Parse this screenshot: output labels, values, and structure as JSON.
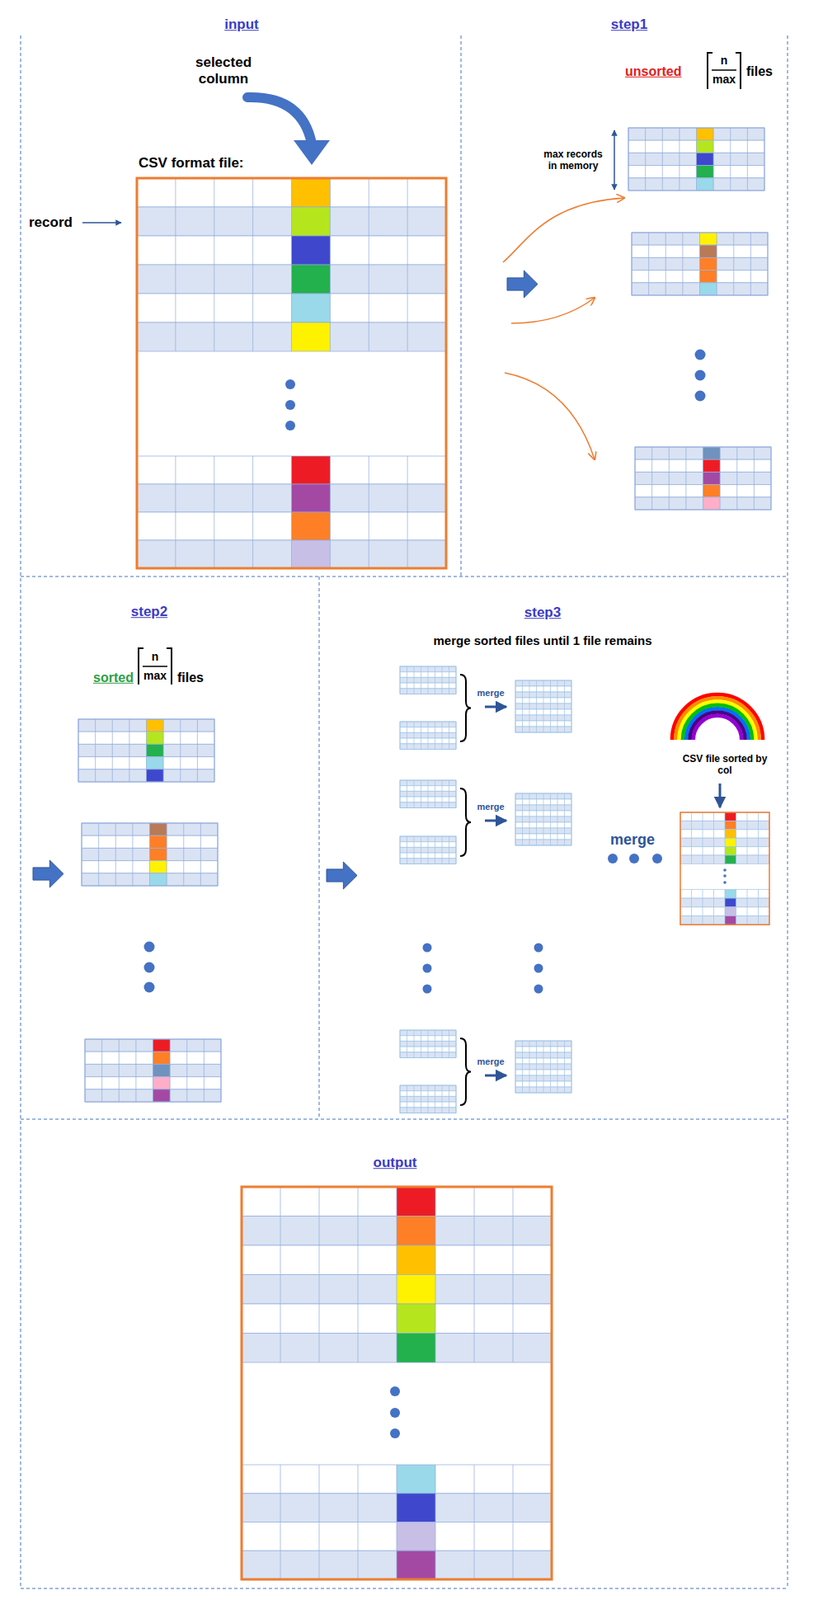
{
  "diagram": {
    "nodes": [
      {
        "text": [
          "input"
        ]
      },
      {
        "text": [
          "CSV format file:"
        ],
        "in": 0
      },
      {
        "text": [
          "step1"
        ]
      },
      {
        "text": [
          "step2"
        ]
      },
      {
        "text": [
          "step3",
          "merge sorted files until 1 file remains"
        ]
      },
      {
        "text": [
          "CSV file sorted by col"
        ],
        "in": 4
      },
      {
        "text": [
          "output"
        ]
      }
    ],
    "labels": [
      "selected column",
      "record",
      "unsorted",
      "n",
      "max",
      "files",
      "max records in memory",
      "sorted",
      "n",
      "max",
      "files",
      "merge",
      "merge",
      "merge",
      "merge"
    ]
  }
}
